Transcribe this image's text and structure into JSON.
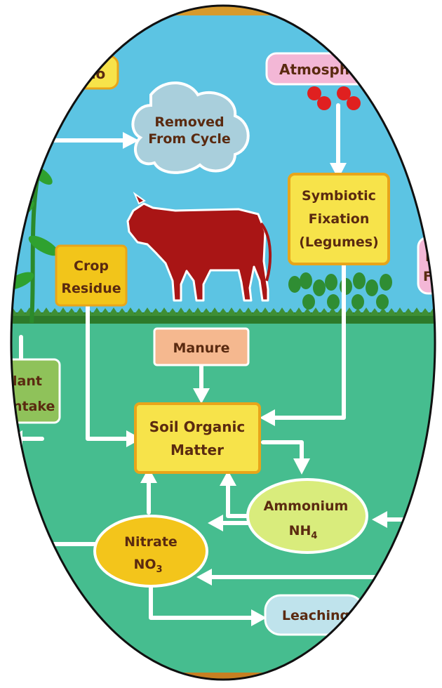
{
  "diagram": {
    "colors": {
      "sky": "#5cc4e3",
      "soil": "#46bd8f",
      "grass": "#2d7a2a",
      "box_yellow": "#f7e34a",
      "box_orange": "#f2c51a",
      "manure_fill": "#f5b88f",
      "ammonium_fill": "#d9ec7c",
      "nitrate_fill": "#f3c51b",
      "cloud_fill": "#a9cfdc",
      "leaching_fill": "#bfe3ec",
      "atmos_fill": "#f3b7d6",
      "cow": "#a91515",
      "arrow": "#ffffff",
      "text": "#5a2a10"
    },
    "nodes": {
      "top_left_tag": "lo",
      "atmosphere": "Atmospher",
      "removed_line1": "Removed",
      "removed_line2": "From Cycle",
      "symbiotic_line1": "Symbiotic",
      "symbiotic_line2": "Fixation",
      "symbiotic_line3": "(Legumes)",
      "right_tag_line1": "N",
      "right_tag_line2": "Fe",
      "crop_line1": "Crop",
      "crop_line2": "Residue",
      "manure": "Manure",
      "plant_line1": "lant",
      "plant_line2": "ntake",
      "som_line1": "Soil Organic",
      "som_line2": "Matter",
      "ammonium_line1": "Ammonium",
      "ammonium_line2": "NH",
      "ammonium_sub": "4",
      "nitrate_line1": "Nitrate",
      "nitrate_line2": "NO",
      "nitrate_sub": "3",
      "leaching": "Leaching"
    }
  }
}
